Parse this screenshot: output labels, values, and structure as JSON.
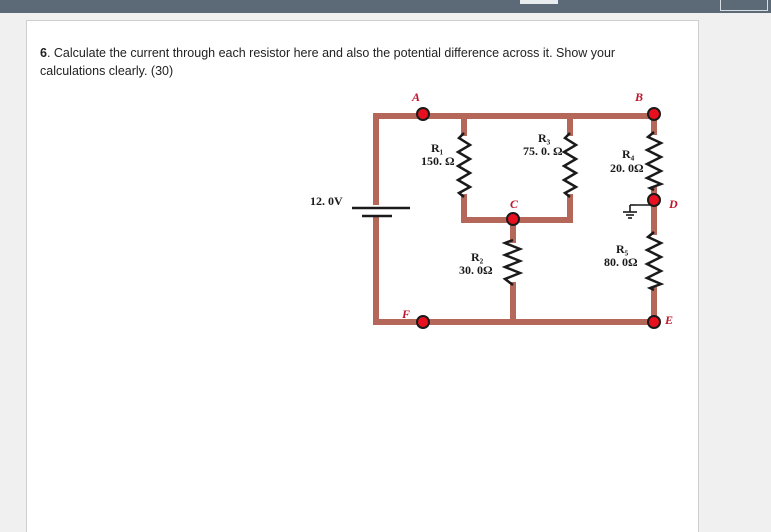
{
  "question": {
    "number": "6",
    "text": ". Calculate the current through each resistor here and also the potential difference across it. Show your calculations clearly.  (30)"
  },
  "circuit": {
    "battery_label": "12. 0V",
    "nodes": {
      "a": "A",
      "b": "B",
      "c": "C",
      "d": "D",
      "e": "E",
      "f": "F"
    },
    "resistors": {
      "r1": {
        "name": "R₁",
        "value": "150. Ω"
      },
      "r2": {
        "name": "R₂",
        "value": "30. 0Ω"
      },
      "r3": {
        "name": "R₃",
        "value": "75. 0. Ω"
      },
      "r4": {
        "name": "R₄",
        "value": "20. 0Ω"
      },
      "r5": {
        "name": "R₅",
        "value": "80. 0Ω"
      }
    },
    "colors": {
      "wire": "#b5675a",
      "node_fill": "#e8101e",
      "node_stroke": "#1a1a1a",
      "label_red": "#c0142a"
    },
    "icons": [
      "battery-icon",
      "ground-icon",
      "resistor-icon"
    ]
  }
}
